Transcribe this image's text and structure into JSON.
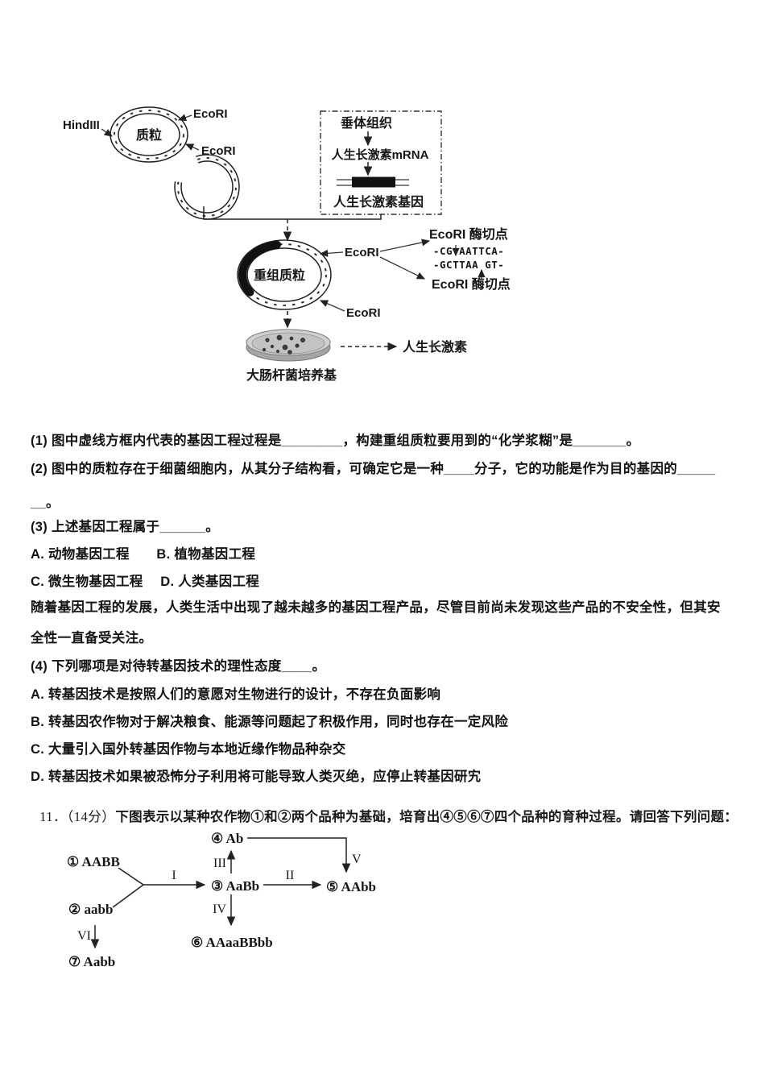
{
  "figure1": {
    "hindiii_label": "HindIII",
    "ecori_label_1": "EcoRI",
    "ecori_label_2": "EcoRI",
    "plasmid_label": "质粒",
    "tissue_label": "垂体组织",
    "mrna_label": "人生长激素mRNA",
    "gene_label": "人生长激素基因",
    "recombinant_label": "重组质粒",
    "ecori_label_3": "EcoRI",
    "ecori_label_4": "EcoRI",
    "site_label_top": "EcoRI 酶切点",
    "sequence_top": "-CG AATTCA-",
    "sequence_bottom": "-GCTTAA GT-",
    "site_label_bottom": "EcoRI 酶切点",
    "dish_label": "大肠杆菌培养基",
    "hormone_label": "人生长激素"
  },
  "questions": {
    "lines": [
      "(1) 图中虚线方框内代表的基因工程过程是________，构建重组质粒要用到的“化学浆糊”是_______。",
      "(2) 图中的质粒存在于细菌细胞内，从其分子结构看，可确定它是一种____分子，它的功能是作为目的基因的_____",
      "__。",
      "(3) 上述基因工程属于______。",
      "A. 动物基因工程　　B. 植物基因工程",
      "C. 微生物基因工程　 D. 人类基因工程",
      "随着基因工程的发展，人类生活中出现了越未越多的基因工程产品，尽管目前尚未发现这些产品的不安全性，但其安",
      "全性一直备受关注。",
      "(4) 下列哪项是对待转基因技术的理性态度____。",
      "A. 转基因技术是按照人们的意愿对生物进行的设计，不存在负面影响",
      "B. 转基因农作物对于解决粮食、能源等问题起了积极作用，同时也存在一定风险",
      "C. 大量引入国外转基因作物与本地近缘作物品种杂交",
      "D. 转基因技术如果被恐怖分子利用将可能导致人类灭绝，应停止转基因研宄"
    ],
    "q11_prefix": "11．（14分）",
    "q11_text": "下图表示以某种农作物①和②两个品种为基础，培育出④⑤⑥⑦四个品种的育种过程。请回答下列问题："
  },
  "figure2": {
    "p1": "① AABB",
    "p2": "② aabb",
    "p3": "③ AaBb",
    "p4": "④ Ab",
    "p5": "⑤ AAbb",
    "p6": "⑥ AAaaBBbb",
    "p7": "⑦ Aabb",
    "step1": "I",
    "step2": "II",
    "step3": "III",
    "step4": "IV",
    "step5": "V",
    "step6": "VI"
  }
}
